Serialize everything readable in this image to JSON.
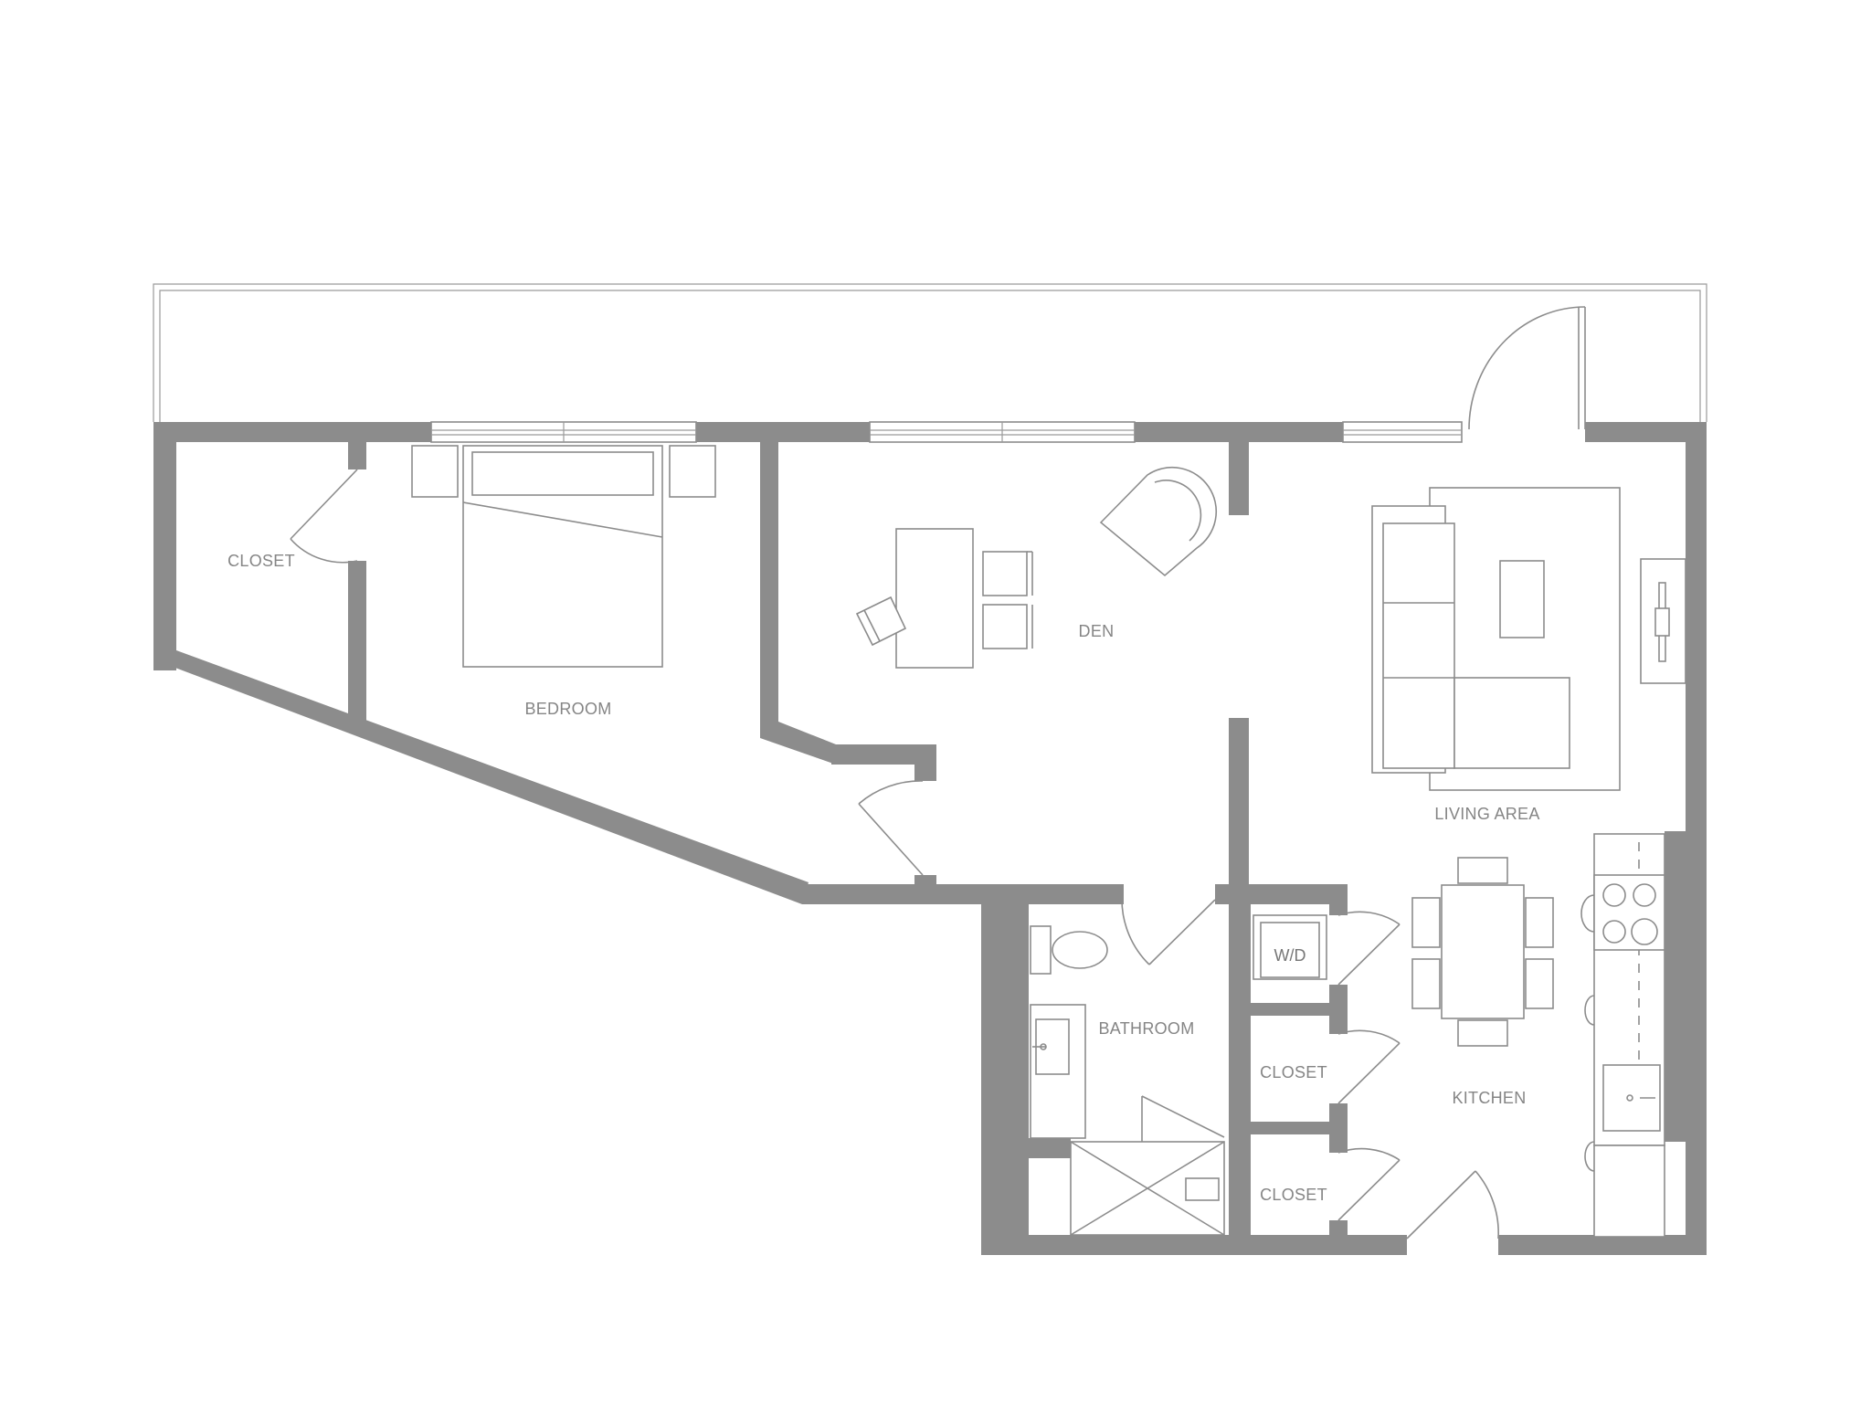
{
  "colors": {
    "wall": "#8c8c8c",
    "line": "#8c8c8c",
    "background": "#ffffff"
  },
  "rooms": {
    "closet_bedroom": "CLOSET",
    "bedroom": "BEDROOM",
    "den": "DEN",
    "living_area": "LIVING AREA",
    "bathroom": "BATHROOM",
    "closet_upper": "CLOSET",
    "closet_lower": "CLOSET",
    "kitchen": "KITCHEN"
  },
  "appliances": {
    "washer_dryer": "W/D"
  }
}
